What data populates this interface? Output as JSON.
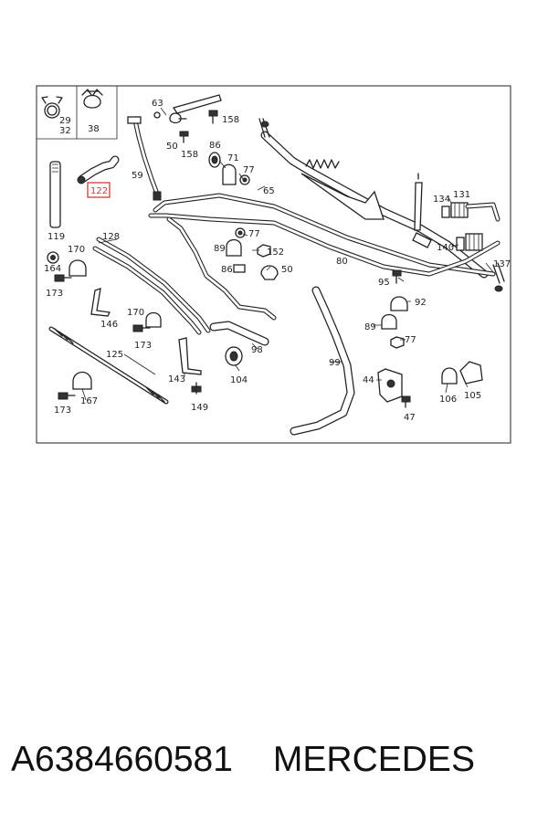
{
  "diagram": {
    "part_labels": {
      "l29": "29",
      "l32": "32",
      "l38": "38",
      "l63": "63",
      "l158a": "158",
      "l50a": "50",
      "l158b": "158",
      "l86a": "86",
      "l71": "71",
      "l77a": "77",
      "l59": "59",
      "l65": "65",
      "l122": "122",
      "l134": "134",
      "l131": "131",
      "l119": "119",
      "l128": "128",
      "l77b": "77",
      "l89a": "89",
      "l152": "152",
      "l140": "140",
      "l80": "80",
      "l170a": "170",
      "l164": "164",
      "l86b": "86",
      "l50b": "50",
      "l137": "137",
      "l173a": "173",
      "l95": "95",
      "l92": "92",
      "l146": "146",
      "l170b": "170",
      "l89b": "89",
      "l173b": "173",
      "l77c": "77",
      "l125": "125",
      "l98": "98",
      "l99": "99",
      "l143": "143",
      "l104": "104",
      "l44": "44",
      "l105": "105",
      "l167": "167",
      "l106": "106",
      "l173c": "173",
      "l149": "149",
      "l47": "47"
    },
    "highlighted_part": "122",
    "highlight_color": "#d23a3a"
  },
  "caption": {
    "part_number": "A6384660581",
    "brand": "MERCEDES"
  }
}
